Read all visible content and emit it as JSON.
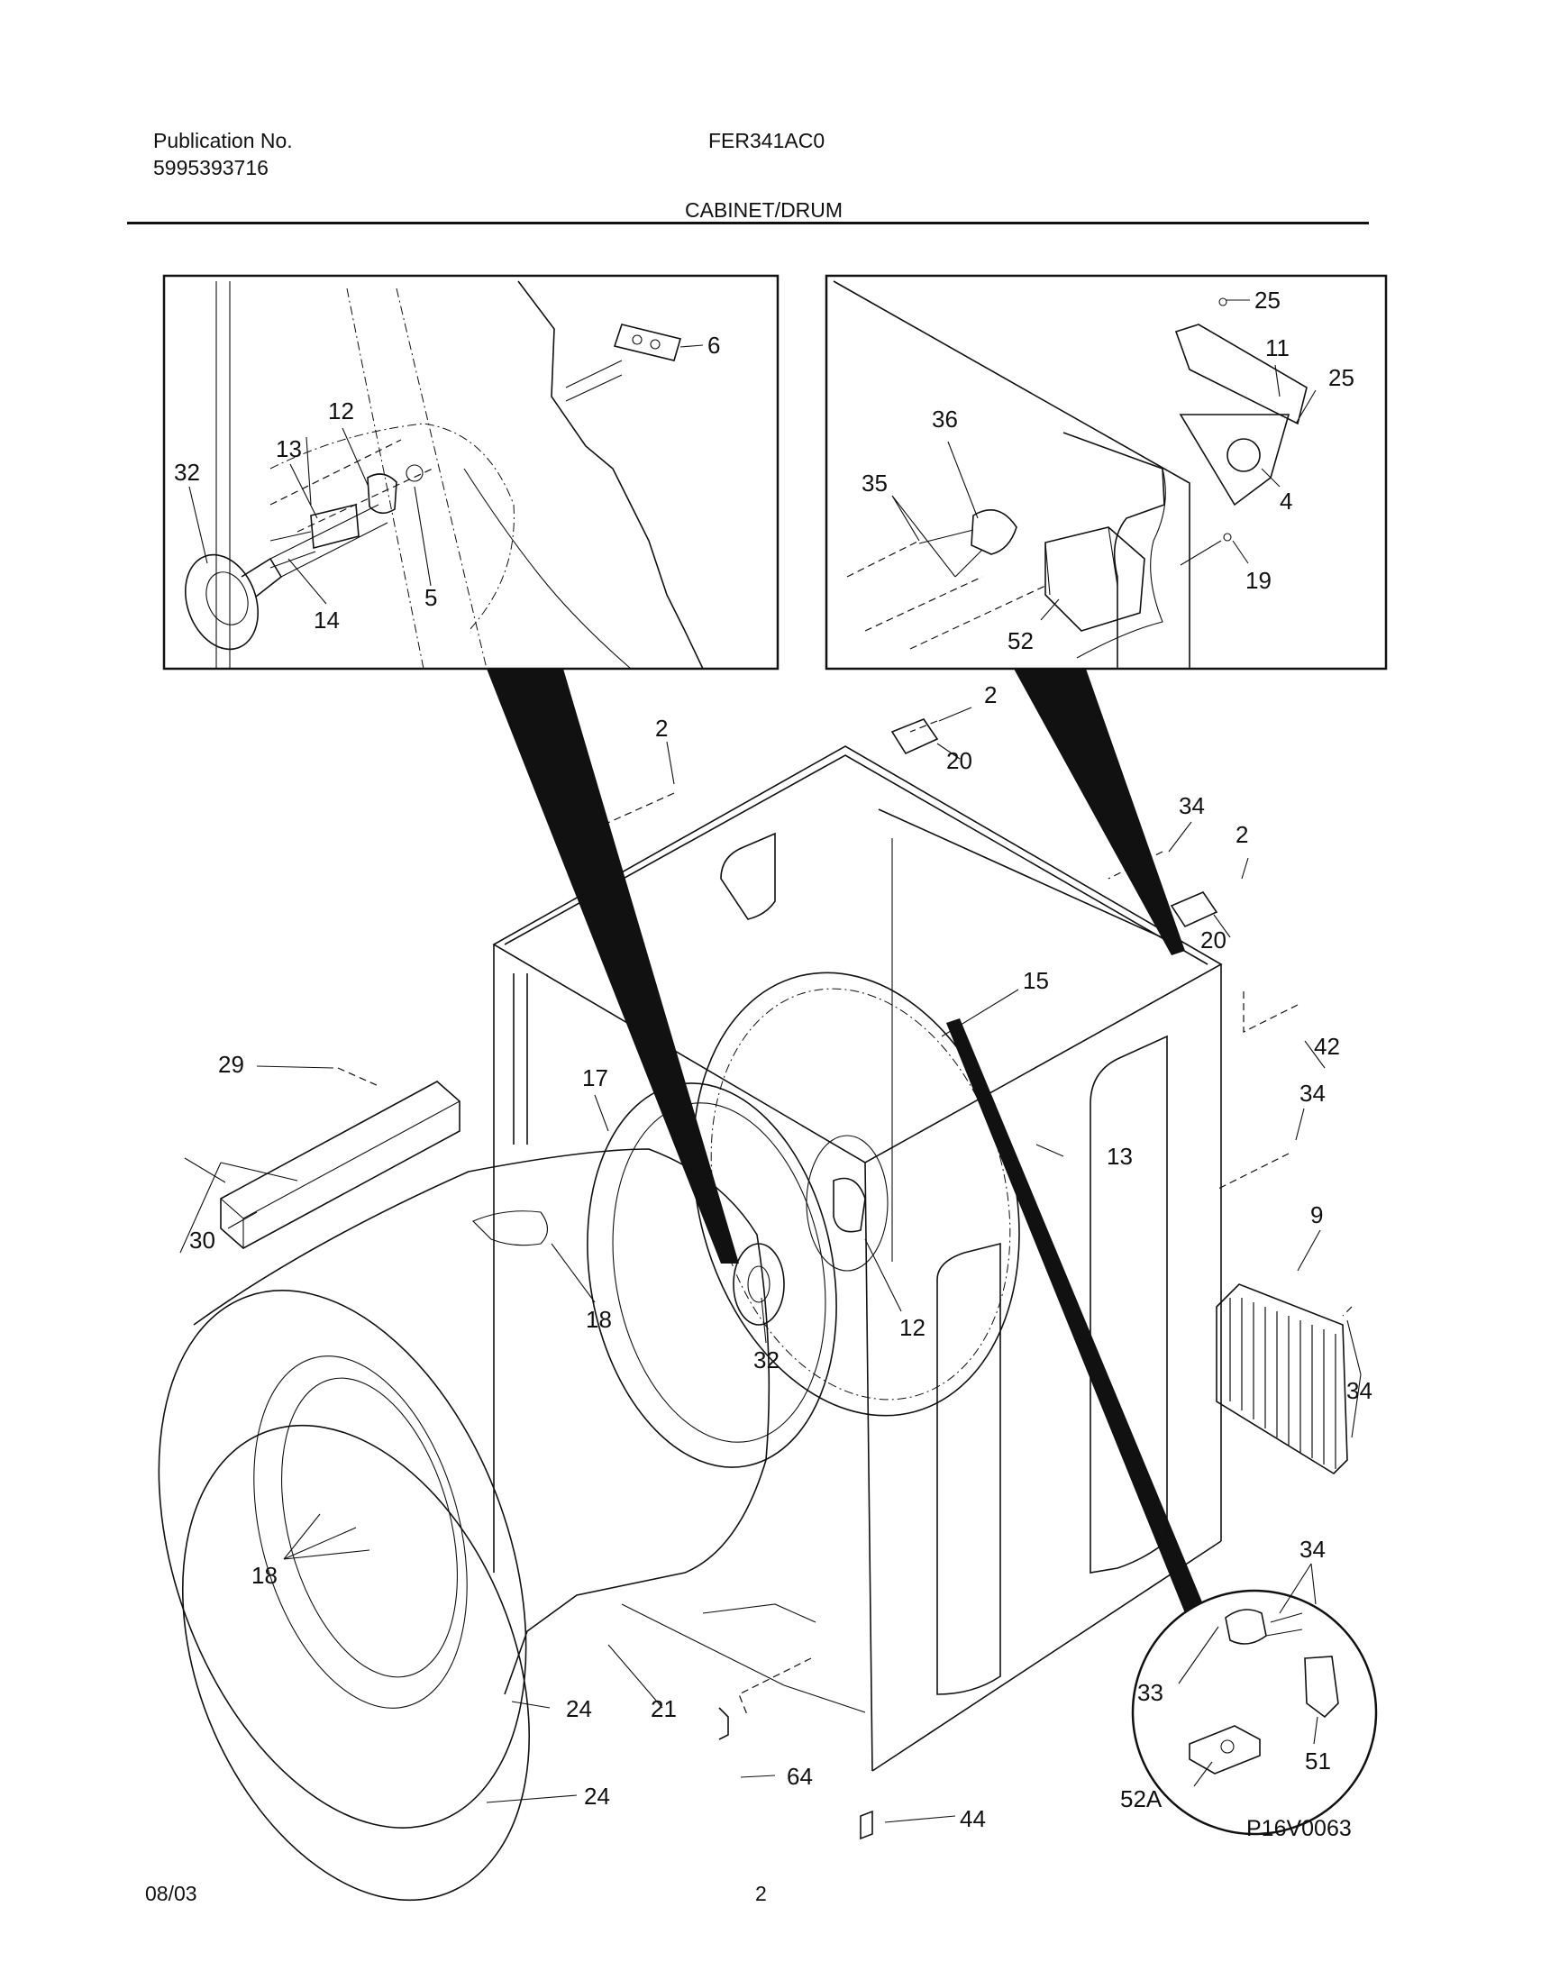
{
  "header": {
    "publication_label": "Publication No.",
    "publication_number": "5995393716",
    "model": "FER341AC0",
    "section_title": "CABINET/DRUM"
  },
  "footer": {
    "date": "08/03",
    "page": "2",
    "figure_code": "P16V0063"
  },
  "callouts": {
    "c6": "6",
    "c12a": "12",
    "c13a": "13",
    "c32a": "32",
    "c14": "14",
    "c5": "5",
    "c25a": "25",
    "c11": "11",
    "c25b": "25",
    "c36": "36",
    "c35": "35",
    "c4": "4",
    "c19": "19",
    "c52": "52",
    "c2a": "2",
    "c2b": "2",
    "c20a": "20",
    "c34a": "34",
    "c2c": "2",
    "c20b": "20",
    "c15": "15",
    "c42": "42",
    "c29": "29",
    "c17": "17",
    "c34b": "34",
    "c13b": "13",
    "c9": "9",
    "c30": "30",
    "c18a": "18",
    "c12b": "12",
    "c32b": "32",
    "c34c": "34",
    "c18b": "18",
    "c34d": "34",
    "c33": "33",
    "c24a": "24",
    "c21": "21",
    "c51": "51",
    "c64": "64",
    "c52A": "52A",
    "c24b": "24",
    "c44": "44"
  }
}
